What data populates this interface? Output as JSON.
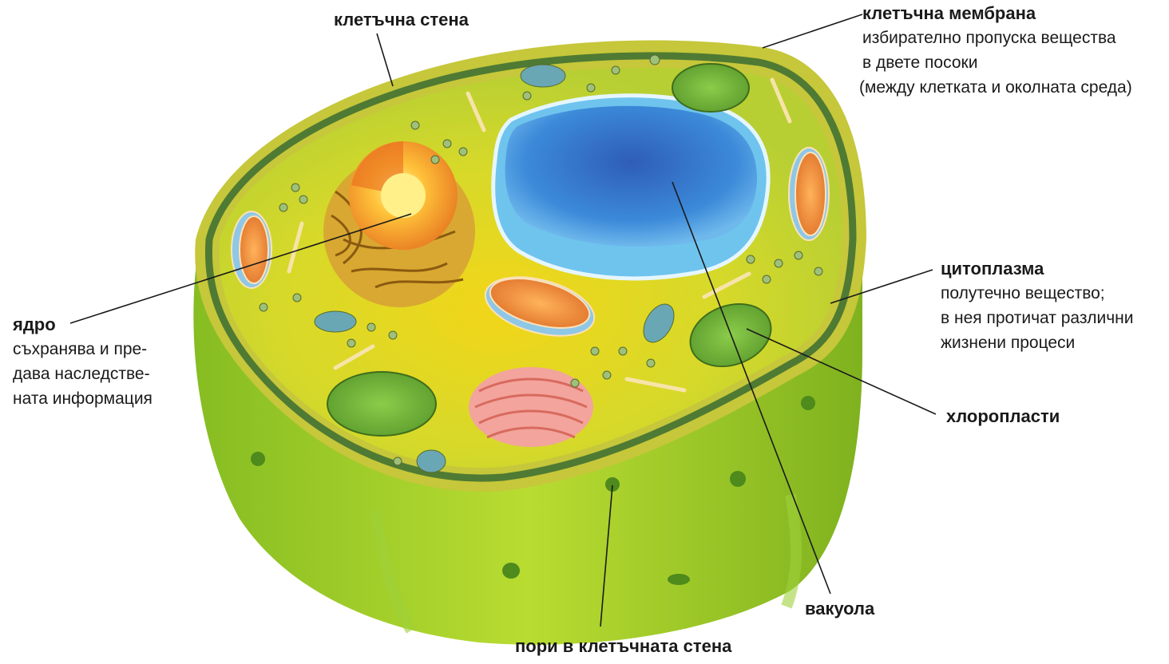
{
  "labels": {
    "cell_wall": {
      "title": "клетъчна стена"
    },
    "cell_membrane": {
      "title": "клетъчна мембрана",
      "desc": [
        "избирателно пропуска вещества",
        "в двете посоки",
        "(между клетката и околната среда)"
      ]
    },
    "cytoplasm": {
      "title": "цитоплазма",
      "desc": [
        "полутечно вещество;",
        "в нея протичат различни",
        "жизнени процеси"
      ]
    },
    "chloroplasts": {
      "title": "хлоропласти"
    },
    "vacuole": {
      "title": "вакуола"
    },
    "pores": {
      "title": "пори в клетъчната стена"
    },
    "nucleus": {
      "title": "ядро",
      "desc": [
        "съхранява и пре-",
        "дава наследстве-",
        "ната информация"
      ]
    }
  },
  "colors": {
    "cell_wall_outer": "#9ccb2a",
    "cell_wall_rim": "#c9c43c",
    "membrane": "#4f7a33",
    "cytoplasm": "#c8d832",
    "vacuole": "#3f86d6",
    "nucleus": "#f2a04a",
    "mitochondria": "#f08a3c",
    "chloroplast": "#6fb13a",
    "golgi": "#f3a49c"
  }
}
